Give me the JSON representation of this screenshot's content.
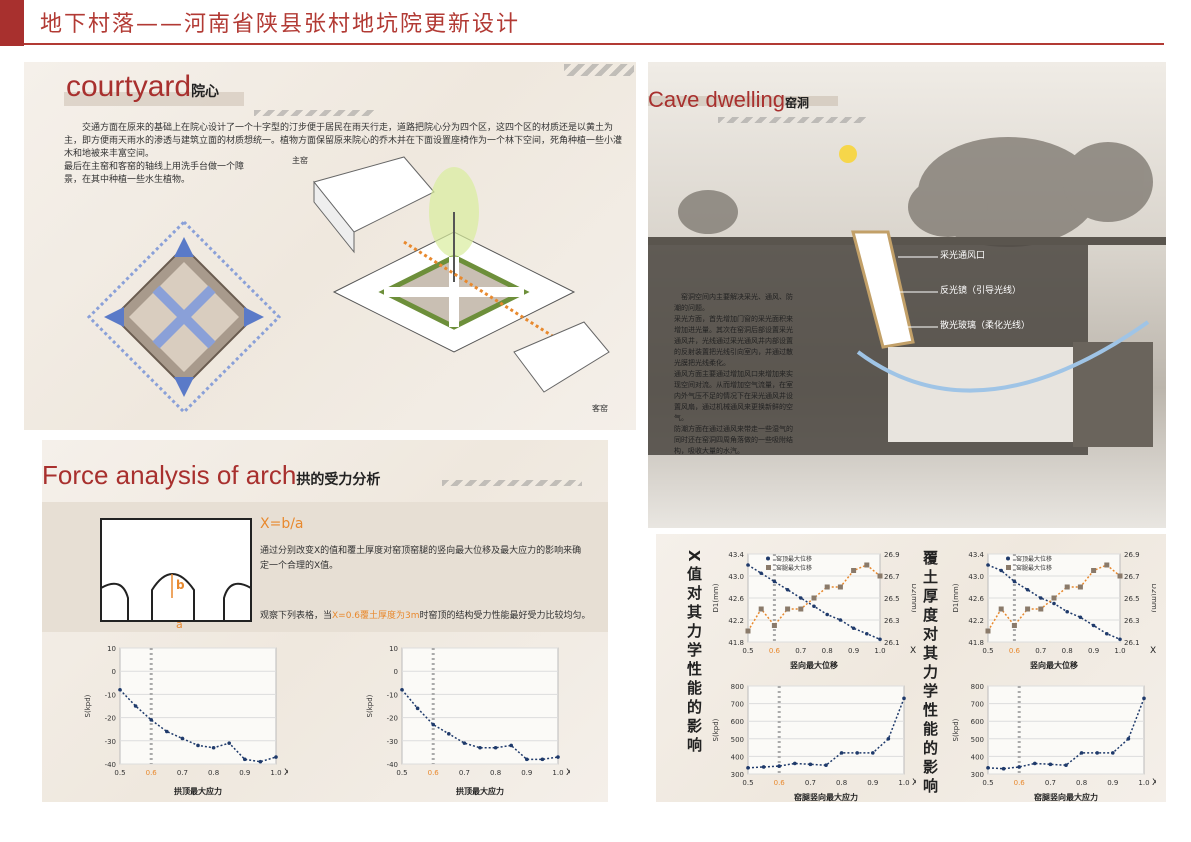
{
  "header": {
    "title": "地下村落——河南省陕县张村地坑院更新设计"
  },
  "courtyard": {
    "heading_en": "courtyard",
    "heading_cn": "院心",
    "paragraph1": "交通方面在原来的基础上在院心设计了一个十字型的汀步便于居民在雨天行走，道路把院心分为四个区，这四个区的材质还是以黄土为主，即方便雨天雨水的渗透与建筑立面的材质想统一。植物方面保留原来院心的乔木并在下面设置座椅作为一个林下空间，死角种植一些小灌木和地被来丰富空间。",
    "paragraph2": "最后在主窑和客窑的轴线上用洗手台做一个障景，在其中种植一些水生植物。",
    "label_main": "主窑",
    "label_guest": "客窑"
  },
  "cave": {
    "heading_en": "Cave dwelling",
    "heading_cn": "窑洞",
    "labels": [
      "采光通风口",
      "反光镜（引导光线）",
      "散光玻璃（柔化光线）"
    ],
    "text": "窑洞空间内主要解决采光、通风、防潮的问题。\n采光方面，首先增加门窗的采光面积来增加进光量。其次在窑洞后部设置采光通风井，光线通过采光通风井内部设置的反射装置把光线引向室内，并通过散光膜把光线柔化。\n通风方面主要通过增加风口来增加来实现空间对流。从而增加空气流量，在室内外气压不足的情况下在采光通风井设置风扇，通过机械通风来更换新鲜的空气。\n防潮方面在通过通风来带走一些湿气的同时还在窑洞四周角落做的一些吸附结构，吸收大量的水汽。"
  },
  "arch": {
    "heading_en": "Force analysis of arch",
    "heading_cn": "拱的受力分析",
    "formula": "X=b/a",
    "text1": "通过分别改变X的值和覆土厚度对窑顶窑腿的竖向最大位移及最大应力的影响来确定一个合理的X值。",
    "text2_pre": "观察下列表格，当",
    "text2_hl": "X=0.6覆土厚度为3m",
    "text2_post": "时窑顶的结构受力性能最好受力比较均匀。",
    "label_b": "b",
    "label_a": "a"
  },
  "colors": {
    "accent": "#a8302e",
    "orange": "#e8892e",
    "navy": "#1f3a6b",
    "grey": "#777777"
  },
  "side_titles": {
    "left": "X值对其力学性能的影响",
    "right": "覆土厚度对其力学性能的影响"
  },
  "chart_data": [
    {
      "type": "line",
      "xlabel": "拱顶最大应力",
      "ylabel": "S(kpd)",
      "x": [
        0.5,
        0.55,
        0.6,
        0.65,
        0.7,
        0.75,
        0.8,
        0.85,
        0.9,
        0.95,
        1.0
      ],
      "xticks": [
        "0.5",
        "0.6",
        "0.7",
        "0.8",
        "0.9",
        "1.0"
      ],
      "xaxis_letter": "X",
      "ylim": [
        -40,
        10
      ],
      "yticks": [
        "10",
        "0",
        "-10",
        "-20",
        "-30",
        "-40"
      ],
      "series": [
        {
          "values": [
            -8,
            -15,
            -21,
            -26,
            -29,
            -32,
            -33,
            -31,
            -38,
            -39,
            -37
          ]
        }
      ]
    },
    {
      "type": "line",
      "xlabel": "拱顶最大应力",
      "ylabel": "S(kpd)",
      "x": [
        0.5,
        0.55,
        0.6,
        0.65,
        0.7,
        0.75,
        0.8,
        0.85,
        0.9,
        0.95,
        1.0
      ],
      "xticks": [
        "0.5",
        "0.6",
        "0.7",
        "0.8",
        "0.9",
        "1.0"
      ],
      "xaxis_letter": "X",
      "ylim": [
        -40,
        10
      ],
      "yticks": [
        "10",
        "0",
        "-10",
        "-20",
        "-30",
        "-40"
      ],
      "series": [
        {
          "values": [
            -8,
            -16,
            -23,
            -27,
            -31,
            -33,
            -33,
            -32,
            -38,
            -38,
            -37
          ]
        }
      ]
    },
    {
      "type": "line",
      "xlabel": "竖向最大位移",
      "ylabel": "D1(mm)",
      "ylabel2": "D2(mm)",
      "x": [
        0.5,
        0.55,
        0.6,
        0.65,
        0.7,
        0.75,
        0.8,
        0.85,
        0.9,
        0.95,
        1.0
      ],
      "xticks": [
        "0.5",
        "0.6",
        "0.7",
        "0.8",
        "0.9",
        "1.0"
      ],
      "xaxis_letter": "X",
      "ylim": [
        41.8,
        43.4
      ],
      "yticks": [
        "43.4",
        "43.0",
        "42.6",
        "42.2",
        "41.8"
      ],
      "ylim2": [
        26.1,
        26.9
      ],
      "yticks2": [
        "26.9",
        "26.7",
        "26.5",
        "26.3",
        "26.1"
      ],
      "legend": [
        "窑顶最大位移",
        "窑腿最大位移"
      ],
      "series": [
        {
          "name": "窑顶最大位移",
          "values": [
            43.2,
            43.05,
            42.9,
            42.75,
            42.6,
            42.45,
            42.3,
            42.2,
            42.05,
            41.95,
            41.85
          ]
        },
        {
          "name": "窑腿最大位移",
          "values": [
            26.2,
            26.4,
            26.25,
            26.4,
            26.4,
            26.5,
            26.6,
            26.6,
            26.75,
            26.8,
            26.7
          ]
        }
      ]
    },
    {
      "type": "line",
      "xlabel": "窑腿竖向最大应力",
      "ylabel": "S(kpd)",
      "x": [
        0.5,
        0.55,
        0.6,
        0.65,
        0.7,
        0.75,
        0.8,
        0.85,
        0.9,
        0.95,
        1.0
      ],
      "xticks": [
        "0.5",
        "0.6",
        "0.7",
        "0.8",
        "0.9",
        "1.0"
      ],
      "xaxis_letter": "X",
      "ylim": [
        300,
        800
      ],
      "yticks": [
        "800",
        "700",
        "600",
        "500",
        "400",
        "300"
      ],
      "series": [
        {
          "values": [
            335,
            340,
            345,
            360,
            355,
            350,
            420,
            420,
            420,
            500,
            730
          ]
        }
      ]
    },
    {
      "type": "line",
      "xlabel": "竖向最大位移",
      "ylabel": "D1(mm)",
      "ylabel2": "D2(mm)",
      "x": [
        0.5,
        0.55,
        0.6,
        0.65,
        0.7,
        0.75,
        0.8,
        0.85,
        0.9,
        0.95,
        1.0
      ],
      "xticks": [
        "0.5",
        "0.6",
        "0.7",
        "0.8",
        "0.9",
        "1.0"
      ],
      "xaxis_letter": "X",
      "ylim": [
        41.8,
        43.4
      ],
      "yticks": [
        "43.4",
        "43.0",
        "42.6",
        "42.2",
        "41.8"
      ],
      "ylim2": [
        26.1,
        26.9
      ],
      "yticks2": [
        "26.9",
        "26.7",
        "26.5",
        "26.3",
        "26.1"
      ],
      "legend": [
        "窑顶最大位移",
        "窑腿最大位移"
      ],
      "series": [
        {
          "name": "窑顶最大位移",
          "values": [
            43.2,
            43.1,
            42.9,
            42.75,
            42.6,
            42.5,
            42.35,
            42.25,
            42.1,
            41.95,
            41.85
          ]
        },
        {
          "name": "窑腿最大位移",
          "values": [
            26.2,
            26.4,
            26.25,
            26.4,
            26.4,
            26.5,
            26.6,
            26.6,
            26.75,
            26.8,
            26.7
          ]
        }
      ]
    },
    {
      "type": "line",
      "xlabel": "窑腿竖向最大应力",
      "ylabel": "S(kpd)",
      "x": [
        0.5,
        0.55,
        0.6,
        0.65,
        0.7,
        0.75,
        0.8,
        0.85,
        0.9,
        0.95,
        1.0
      ],
      "xticks": [
        "0.5",
        "0.6",
        "0.7",
        "0.8",
        "0.9",
        "1.0"
      ],
      "xaxis_letter": "X",
      "ylim": [
        300,
        800
      ],
      "yticks": [
        "800",
        "700",
        "600",
        "500",
        "400",
        "300"
      ],
      "series": [
        {
          "values": [
            335,
            330,
            340,
            360,
            355,
            350,
            420,
            420,
            420,
            500,
            730
          ]
        }
      ]
    }
  ]
}
